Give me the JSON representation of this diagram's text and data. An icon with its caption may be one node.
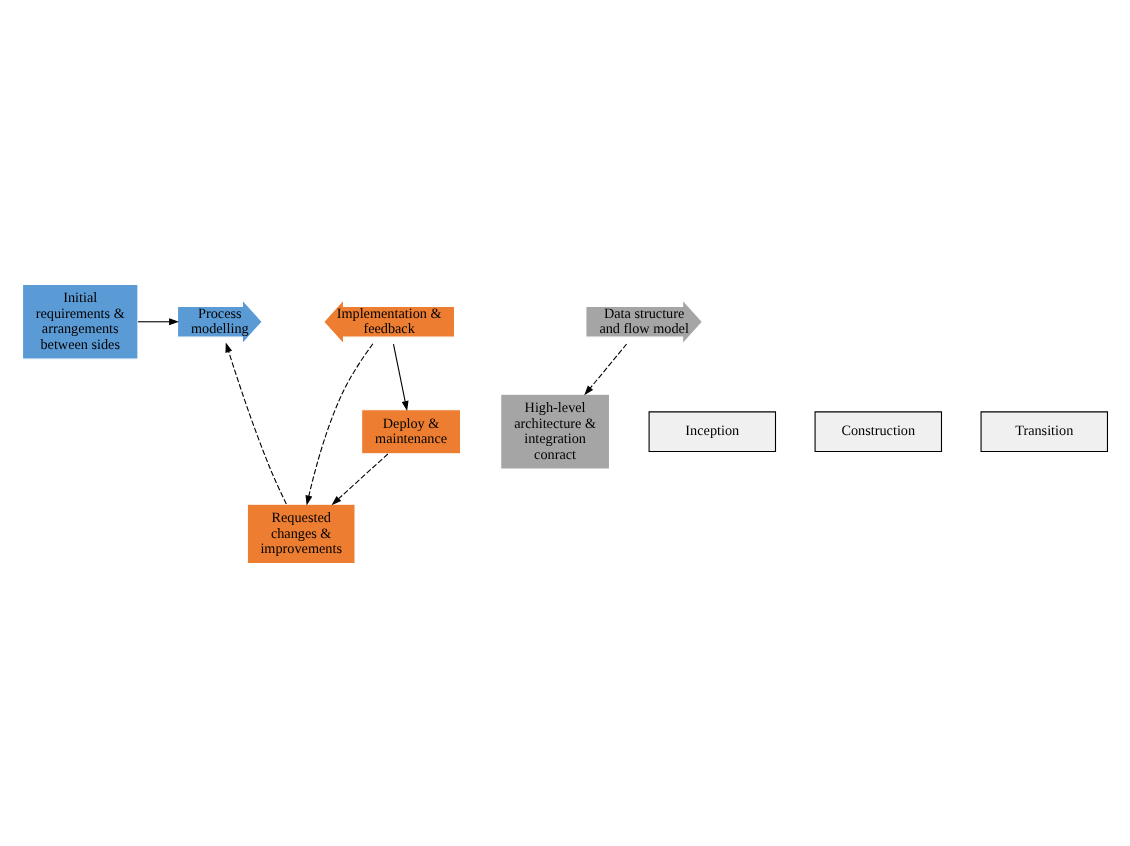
{
  "diagram": {
    "nodes": [
      {
        "text": [
          "Initial requirements & arrangements between sides"
        ]
      },
      {
        "text": [
          "Requested changes & improvements"
        ]
      },
      {
        "text": [
          "Deploy & maintenance"
        ]
      },
      {
        "text": [
          "Process modelling"
        ]
      },
      {
        "text": [
          "Implementation & feedback"
        ]
      },
      {
        "text": [
          "High-level architecture & integration conract"
        ]
      },
      {
        "text": [
          "Data structure and flow model"
        ]
      }
    ],
    "edges": [
      {
        "from": 0,
        "to": 3,
        "arrow": "to"
      },
      {
        "from": 1,
        "to": 3,
        "arrow": "to",
        "style": "dashed"
      },
      {
        "from": 4,
        "to": 2,
        "arrow": "to"
      },
      {
        "from": 2,
        "to": 1,
        "arrow": "to",
        "style": "dashed"
      },
      {
        "from": 4,
        "to": 1,
        "arrow": "to",
        "style": "dashed"
      },
      {
        "from": 6,
        "to": 5,
        "arrow": "to",
        "style": "dashed"
      }
    ],
    "labels": [
      "Inception",
      "Construction",
      "Transition"
    ]
  }
}
